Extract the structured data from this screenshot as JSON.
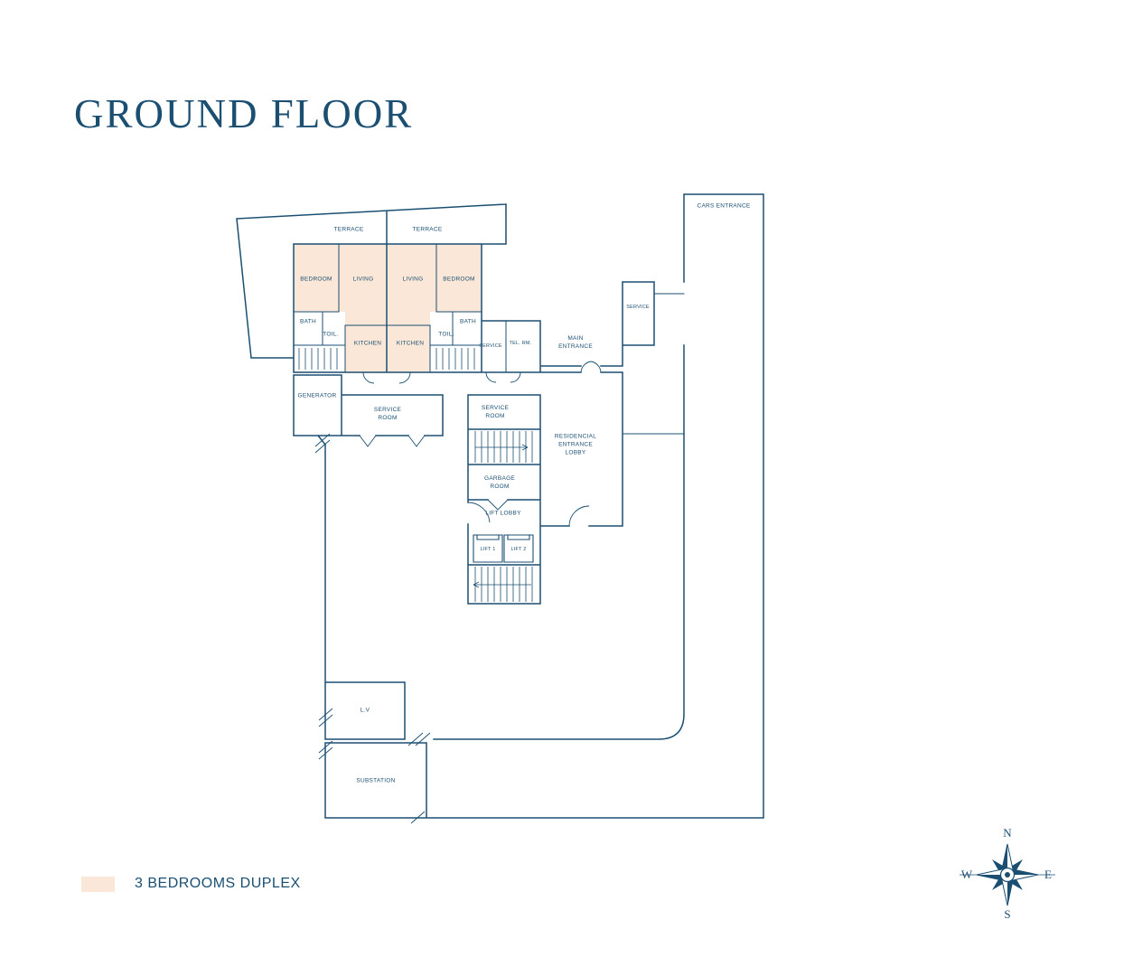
{
  "title": "GROUND FLOOR",
  "plan": {
    "labels": {
      "terrace_left": "TERRACE",
      "terrace_right": "TERRACE",
      "bedroom_left": "BEDROOM",
      "living_left": "LIVING",
      "living_right": "LIVING",
      "bedroom_right": "BEDROOM",
      "bath_left": "BATH",
      "toilet_left": "TOIL.",
      "kitchen_left": "KITCHEN",
      "kitchen_right": "KITCHEN",
      "toilet_right": "TOIL.",
      "bath_right": "BATH",
      "service_mid": "SERVICE",
      "tel_room": "TEL. RM.",
      "main_entrance": "MAIN ENTRANCE",
      "service_upper": "SERVICE",
      "cars_entrance": "CARS ENTRANCE",
      "generator": "GENERATOR",
      "service_room_west": "SERVICE ROOM",
      "service_room_east": "SERVICE ROOM",
      "residential_lobby": "RESIDENCIAL ENTRANCE LOBBY",
      "garbage_room": "GARBAGE ROOM",
      "lift_lobby": "LIFT LOBBY",
      "lift_1": "LIFT 1",
      "lift_2": "LIFT 2",
      "lv": "L.V",
      "substation": "SUBSTATION"
    }
  },
  "legend": {
    "label": "3 BEDROOMS DUPLEX"
  },
  "compass": {
    "n": "N",
    "e": "E",
    "s": "S",
    "w": "W"
  },
  "colors": {
    "line": "#1b4f72",
    "duplex_fill": "#fbe7d8",
    "title": "#1b4f72",
    "label": "#1b4f72"
  }
}
